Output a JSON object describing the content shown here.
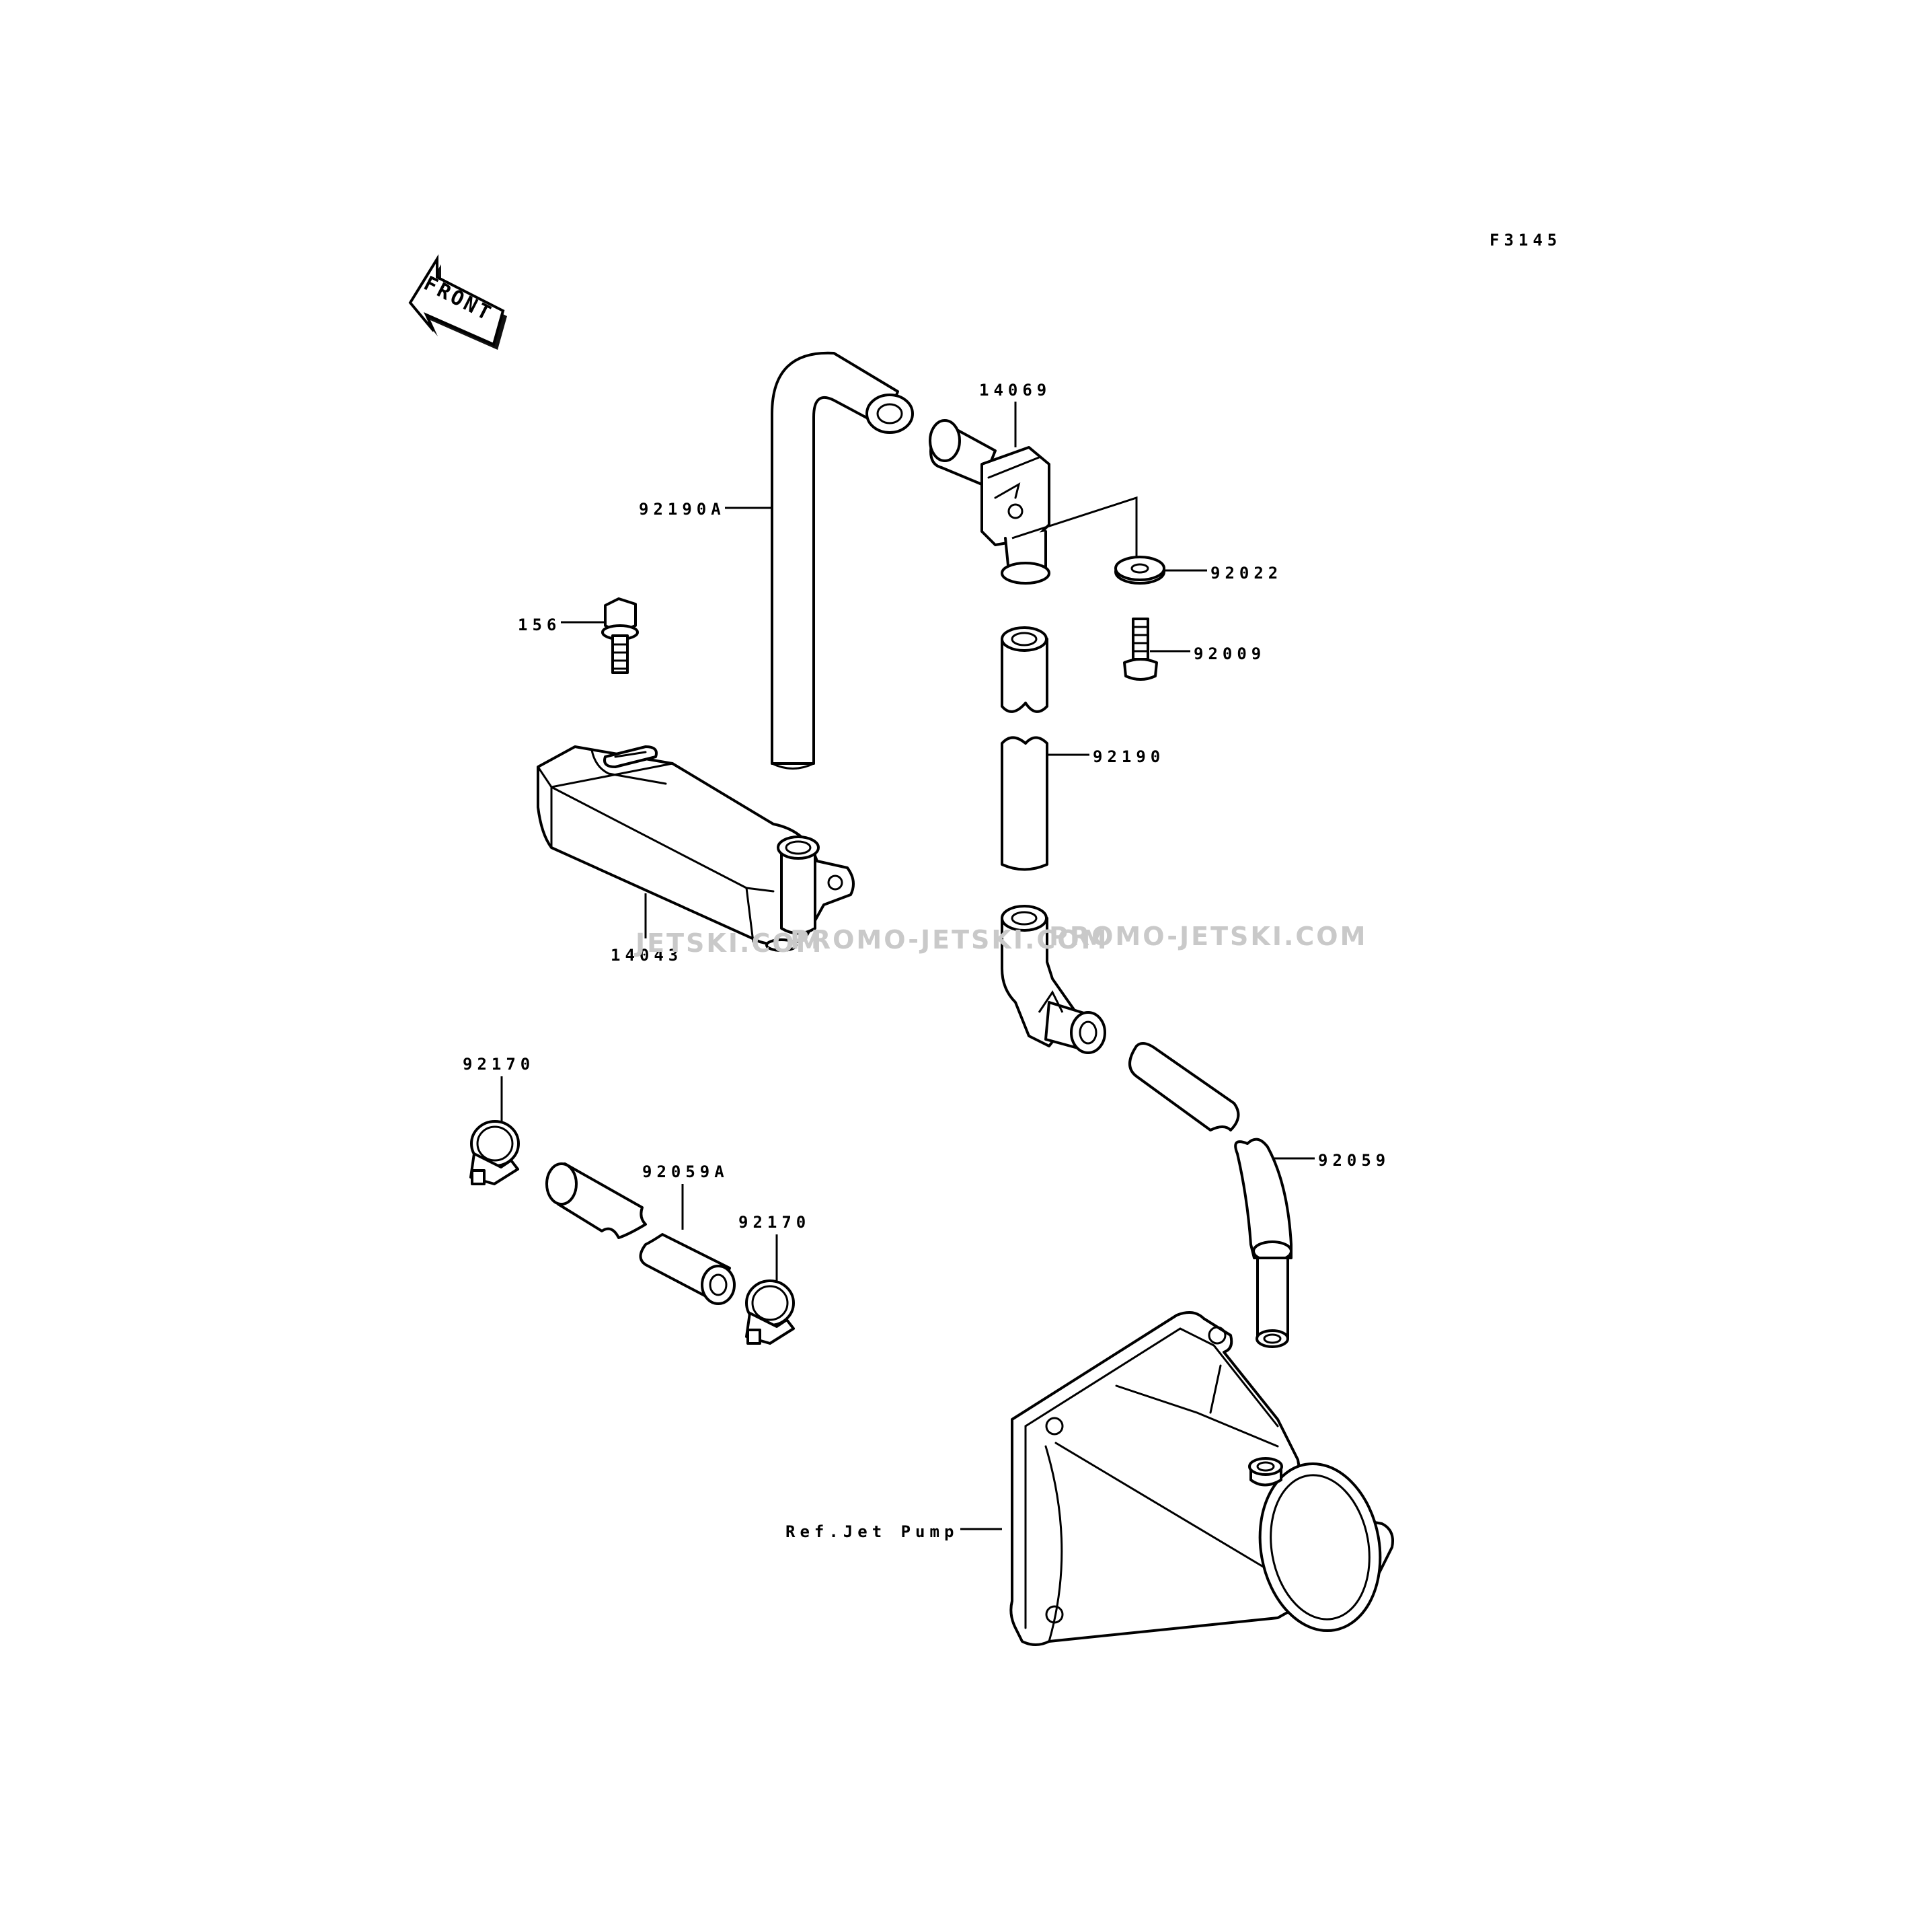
{
  "figure_code": "F3145",
  "front_label": "FRONT",
  "watermark": [
    "JETSKI.COM",
    "PROMO-JETSKI.COM",
    "PROMO-JETSKI.COM"
  ],
  "part_labels": {
    "p14069": "14069",
    "p92190A": "92190A",
    "p92022": "92022",
    "p156": "156",
    "p92009": "92009",
    "p92190": "92190",
    "p14043": "14043",
    "p92170a": "92170",
    "p92059A": "92059A",
    "p92170b": "92170",
    "p92059": "92059",
    "ref_jet_pump": "Ref.Jet Pump"
  }
}
